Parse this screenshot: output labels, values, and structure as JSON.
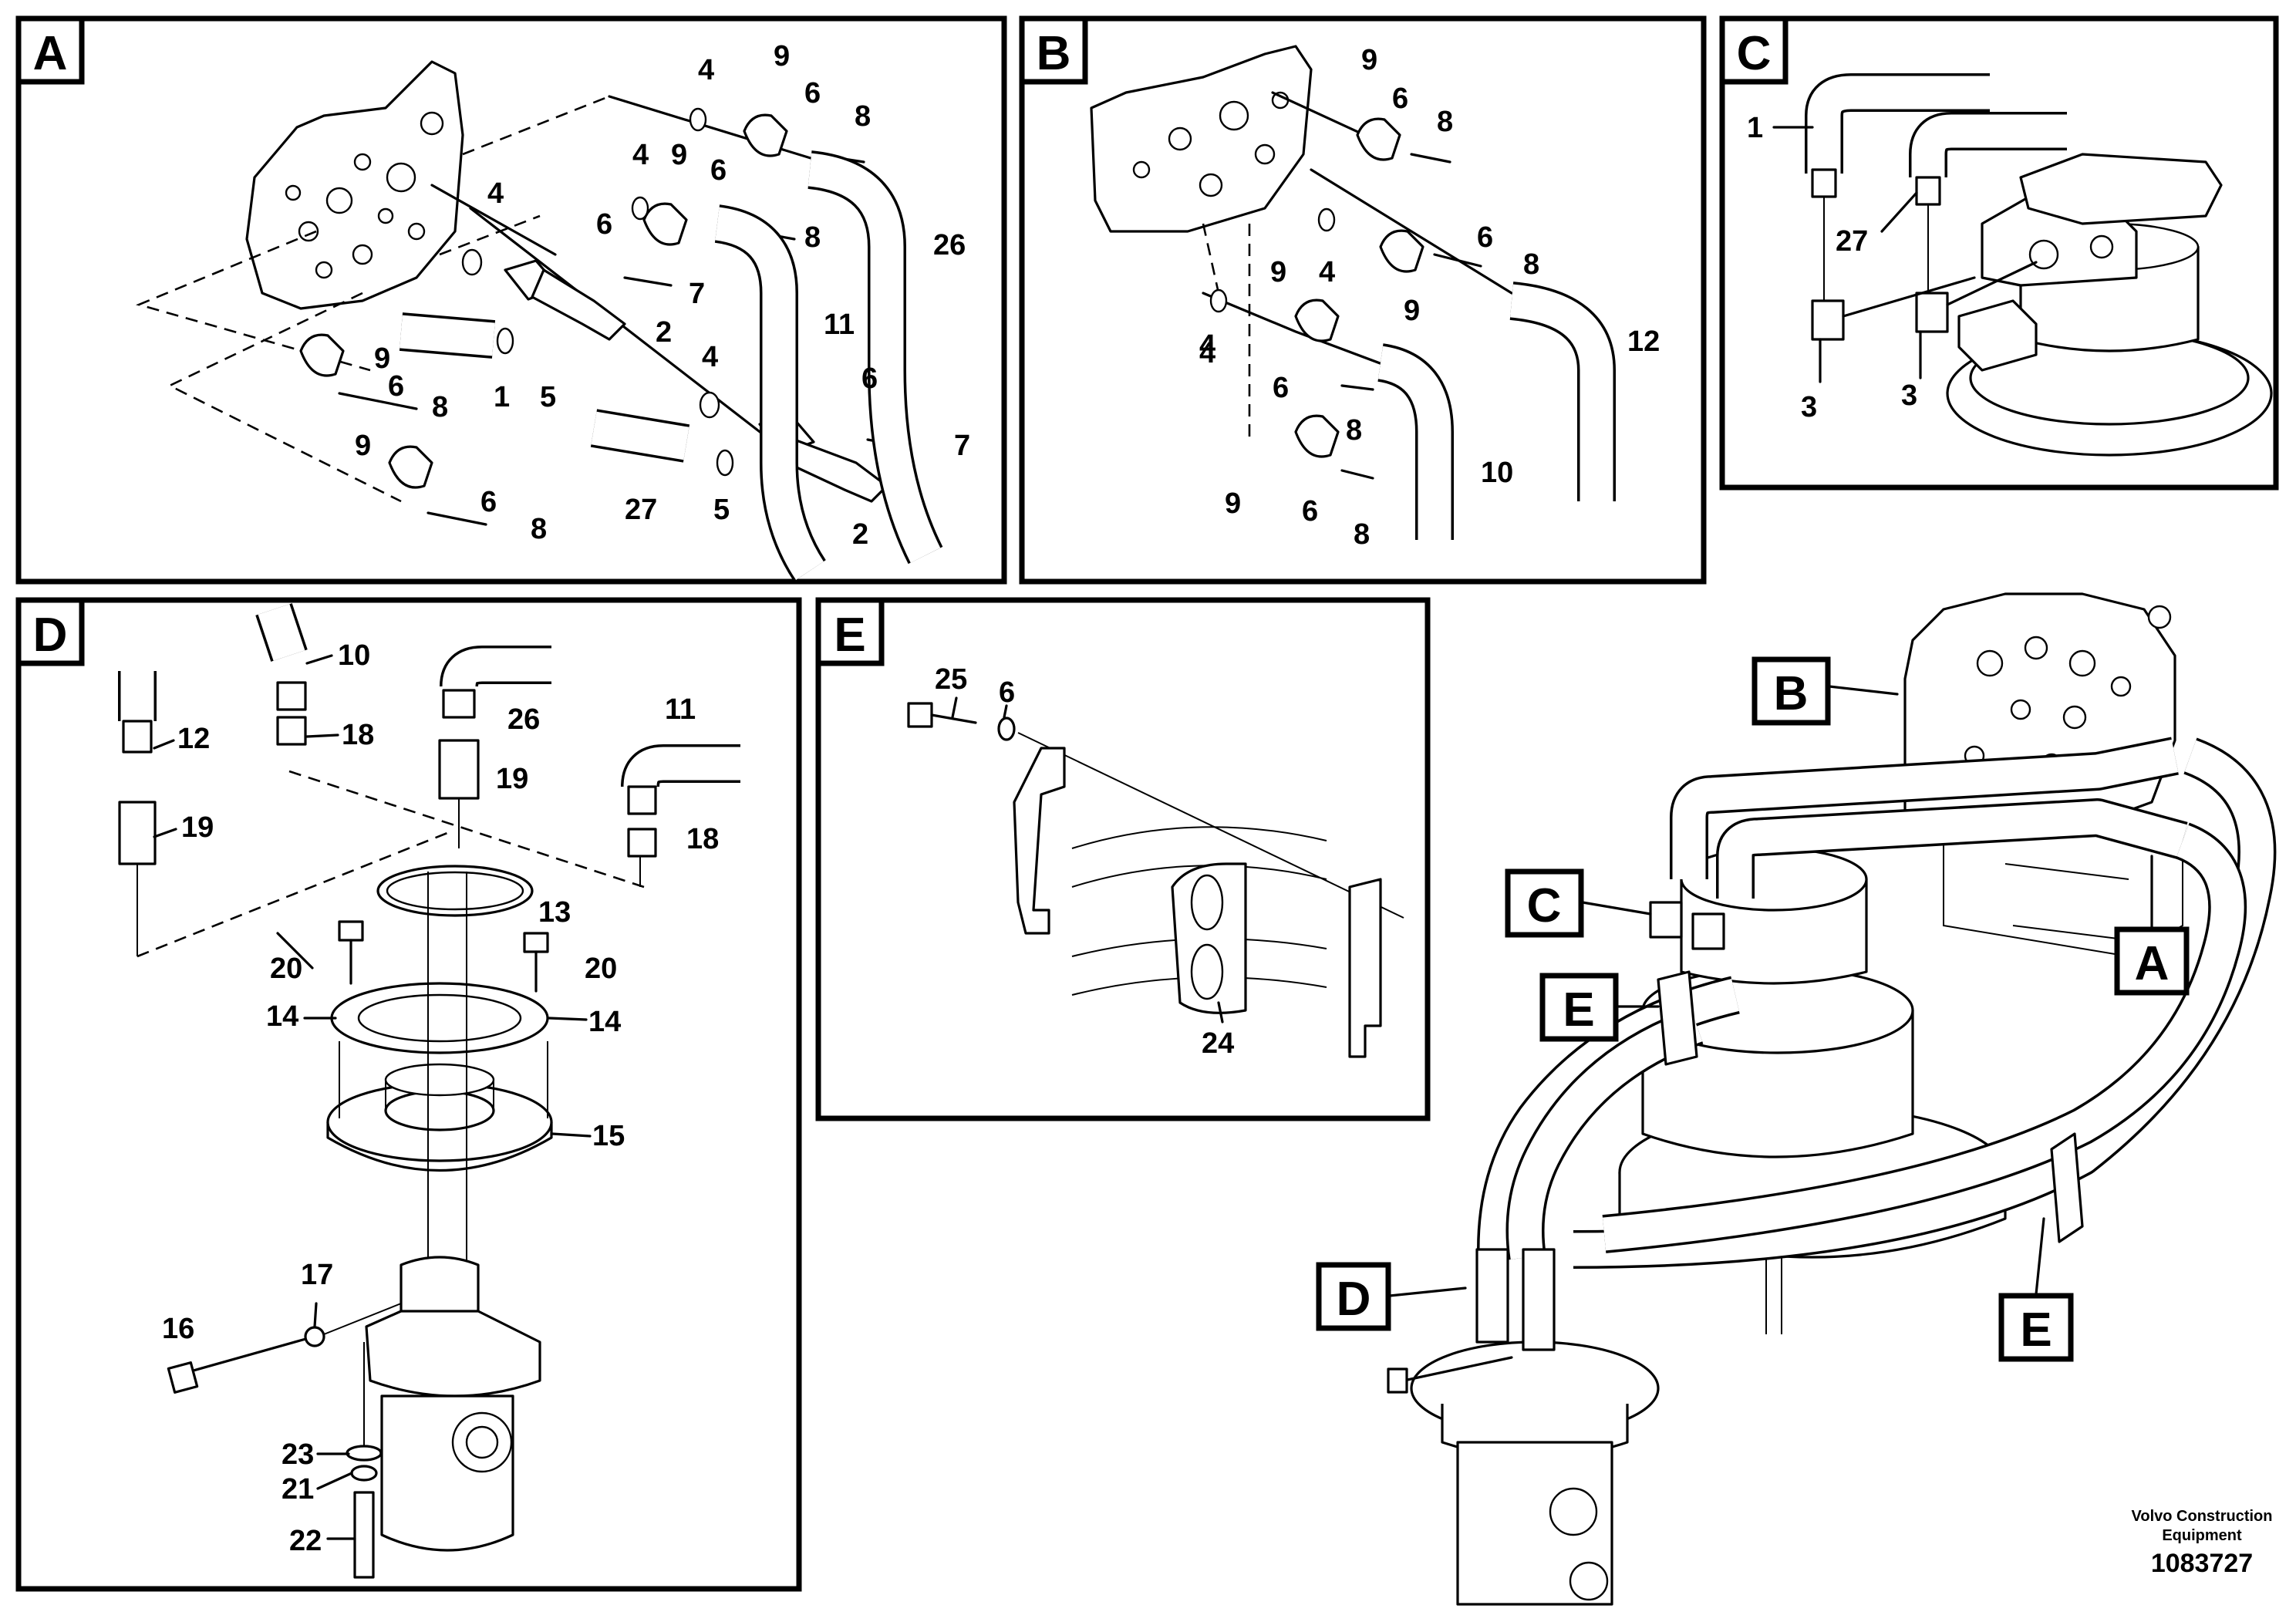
{
  "panels": {
    "A": {
      "tag": "A",
      "labels": [
        "4",
        "9",
        "6",
        "8",
        "4",
        "9",
        "6",
        "8",
        "26",
        "4",
        "6",
        "7",
        "2",
        "11",
        "9",
        "6",
        "8",
        "1",
        "5",
        "4",
        "6",
        "7",
        "9",
        "6",
        "8",
        "27",
        "5",
        "2"
      ]
    },
    "B": {
      "tag": "B",
      "labels": [
        "9",
        "6",
        "8",
        "4",
        "6",
        "8",
        "9",
        "9",
        "4",
        "12",
        "4",
        "6",
        "8",
        "10",
        "9",
        "6",
        "8"
      ]
    },
    "C": {
      "tag": "C",
      "labels": [
        "1",
        "27",
        "3",
        "3"
      ]
    },
    "D": {
      "tag": "D",
      "labels": [
        "10",
        "18",
        "26",
        "12",
        "19",
        "11",
        "19",
        "18",
        "13",
        "20",
        "20",
        "14",
        "14",
        "15",
        "17",
        "16",
        "23",
        "21",
        "22"
      ]
    },
    "E": {
      "tag": "E",
      "labels": [
        "25",
        "6",
        "24"
      ]
    },
    "overview": {
      "tags": [
        "B",
        "A",
        "C",
        "E",
        "D",
        "E"
      ]
    }
  },
  "footer": {
    "brand_line1": "Volvo Construction",
    "brand_line2": "Equipment",
    "drawing_number": "1083727"
  }
}
